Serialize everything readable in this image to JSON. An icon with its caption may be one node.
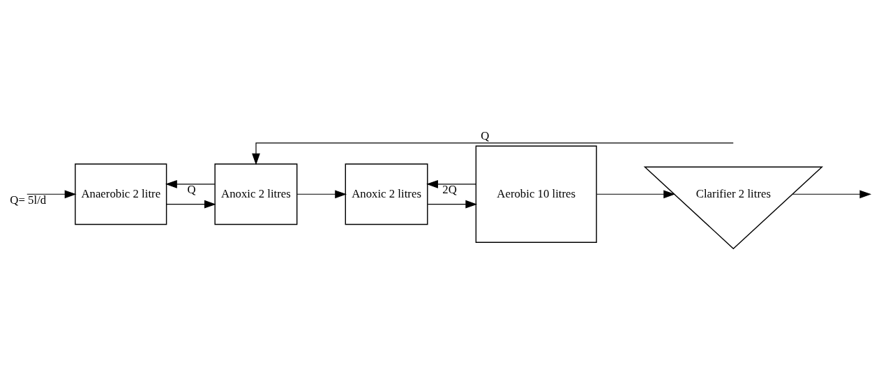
{
  "diagram": {
    "nodes": [
      {
        "text": [
          "Anaerobic 2 litre"
        ]
      },
      {
        "text": [
          "Anoxic 2 litres"
        ]
      },
      {
        "text": [
          "Anoxic 2 litres"
        ]
      },
      {
        "text": [
          "Aerobic 10 litres"
        ]
      },
      {
        "text": [
          "Clarifier 2 litres"
        ]
      }
    ],
    "edges": [
      {
        "from": null,
        "to": 0,
        "arrow": "to",
        "label": "Q= 5l/d"
      },
      {
        "from": 0,
        "to": 1,
        "arrow": "to"
      },
      {
        "from": 1,
        "to": 0,
        "arrow": "to",
        "label": "Q"
      },
      {
        "from": 1,
        "to": 2,
        "arrow": "to"
      },
      {
        "from": 2,
        "to": 3,
        "arrow": "to"
      },
      {
        "from": 3,
        "to": 2,
        "arrow": "to",
        "label": "2Q"
      },
      {
        "from": 3,
        "to": 4,
        "arrow": "to"
      },
      {
        "from": 4,
        "to": null,
        "arrow": "to"
      },
      {
        "from": 4,
        "to": 1,
        "arrow": "to",
        "label": "Q"
      }
    ]
  }
}
